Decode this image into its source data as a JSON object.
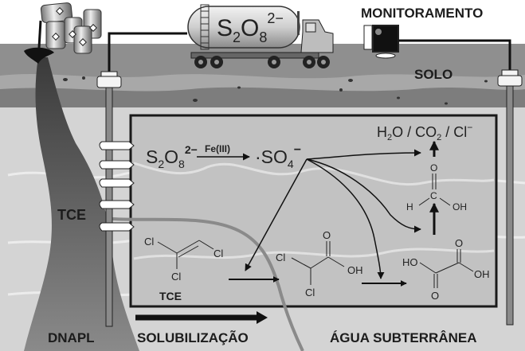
{
  "labels": {
    "monitoring": "MONITORAMENTO",
    "soil": "SOLO",
    "tce_plume": "TCE",
    "dnapl": "DNAPL",
    "solubilization": "SOLUBILIZAÇÃO",
    "groundwater": "ÁGUA SUBTERRÂNEA"
  },
  "truck": {
    "cargo_formula": {
      "base1": "S",
      "sub1": "2",
      "base2": "O",
      "sub2": "8",
      "charge": "2−"
    }
  },
  "reaction": {
    "reactant": {
      "base1": "S",
      "sub1": "2",
      "base2": "O",
      "sub2": "8",
      "charge": "2−"
    },
    "catalyst": "Fe(III)",
    "product": {
      "dot": "·",
      "base": "SO",
      "sub": "4",
      "charge": "−"
    }
  },
  "final_products": {
    "h2o": {
      "base": "H",
      "sub": "2",
      "tail": "O"
    },
    "sep": " / ",
    "co2": {
      "base": "CO",
      "sub": "2"
    },
    "cl": {
      "base": "Cl",
      "charge": "−"
    }
  },
  "molecules": {
    "tce": {
      "name": "TCE",
      "atoms": [
        "Cl",
        "Cl",
        "Cl"
      ]
    },
    "dichloroacetic_acid": {
      "atoms": [
        "O",
        "Cl",
        "OH",
        "Cl"
      ]
    },
    "oxalic_acid": {
      "atoms": [
        "O",
        "HO",
        "OH",
        "O"
      ]
    },
    "formic_acid": {
      "atoms": [
        "O",
        "C",
        "H",
        "OH"
      ]
    }
  }
}
